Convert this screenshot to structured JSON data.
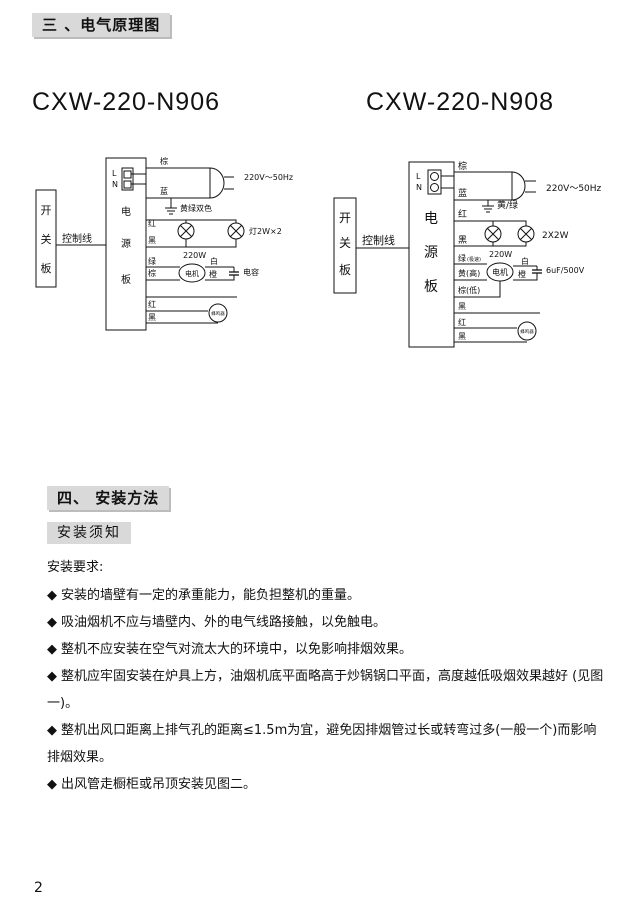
{
  "section3": {
    "title": "三 、电气原理图"
  },
  "models": {
    "left": "CXW-220-N906",
    "right": "CXW-220-N908"
  },
  "diagram_left": {
    "switch_board": [
      "开",
      "关",
      "板"
    ],
    "control_line": "控制线",
    "power_board": [
      "电",
      "源",
      "板"
    ],
    "terminal": [
      "L",
      "N"
    ],
    "brown": "棕",
    "blue": "蓝",
    "voltage": "220V～50Hz",
    "ground": "黄绿双色",
    "red1": "红",
    "black1": "黑",
    "lamp": "灯2W×2",
    "motor_power": "220W",
    "white": "白",
    "green": "绿",
    "brown2": "棕",
    "orange": "橙",
    "capacitor": "电容",
    "motor": "电机",
    "red2": "红",
    "black2": "黑",
    "valve": "蜂鸣器"
  },
  "diagram_right": {
    "switch_board": [
      "开",
      "关",
      "板"
    ],
    "control_line": "控制线",
    "power_board": [
      "电",
      "源",
      "板"
    ],
    "terminal": [
      "L",
      "N"
    ],
    "brown": "棕",
    "blue": "蓝",
    "red1": "红",
    "voltage": "220V～50Hz",
    "ground": "黄/绿",
    "black1": "黑",
    "lamp": "2X2W",
    "green": "绿",
    "green_suffix": "(极速)",
    "motor_power": "220W",
    "white": "白",
    "yellow": "黄(高)",
    "motor": "电机",
    "orange": "橙",
    "capacitor": "6uF/500V",
    "brown_low": "棕(低)",
    "black2": "黑",
    "red2": "红",
    "black3": "黑",
    "valve": "蜂鸣器"
  },
  "section4": {
    "title": "四、 安装方法"
  },
  "notes": {
    "title": "安装须知",
    "requirements_label": "安装要求:",
    "bullet": "◆",
    "items": [
      "安装的墙壁有一定的承重能力，能负担整机的重量。",
      "吸油烟机不应与墙壁内、外的电气线路接触，以免触电。",
      "整机不应安装在空气对流太大的环境中，以免影响排烟效果。",
      "整机应牢固安装在炉具上方，油烟机底平面略高于炒锅锅口平面，高度越低吸烟效果越好 (见图一)。",
      "整机出风口距离上排气孔的距离≤1.5m为宜，避免因排烟管过长或转弯过多(一般一个)而影响排烟效果。",
      "出风管走橱柜或吊顶安装见图二。"
    ]
  },
  "page_number": "2"
}
